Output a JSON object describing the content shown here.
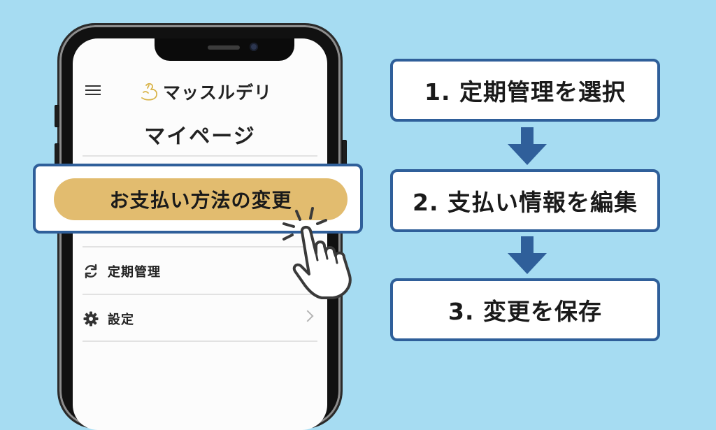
{
  "colors": {
    "background": "#a6dcf2",
    "accent_border": "#2f5f9a",
    "button_gold": "#e2bc6f",
    "arrow_blue": "#2f5f9a",
    "logo_gold": "#d9b44a"
  },
  "app": {
    "brand_name": "マッスルデリ",
    "brand_icon": "flexed-bicep-icon",
    "menu_icon": "hamburger-menu-icon",
    "page_title": "マイページ"
  },
  "highlight": {
    "button_label": "お支払い方法の変更",
    "pointer_icon": "tapping-hand-icon"
  },
  "menu": {
    "items": [
      {
        "label": "定期管理",
        "icon": "refresh-icon"
      },
      {
        "label": "設定",
        "icon": "gear-icon",
        "chevron": "chevron-right-icon"
      }
    ]
  },
  "steps": [
    {
      "label": "1. 定期管理を選択"
    },
    {
      "label": "2. 支払い情報を編集"
    },
    {
      "label": "3. 変更を保存"
    }
  ]
}
